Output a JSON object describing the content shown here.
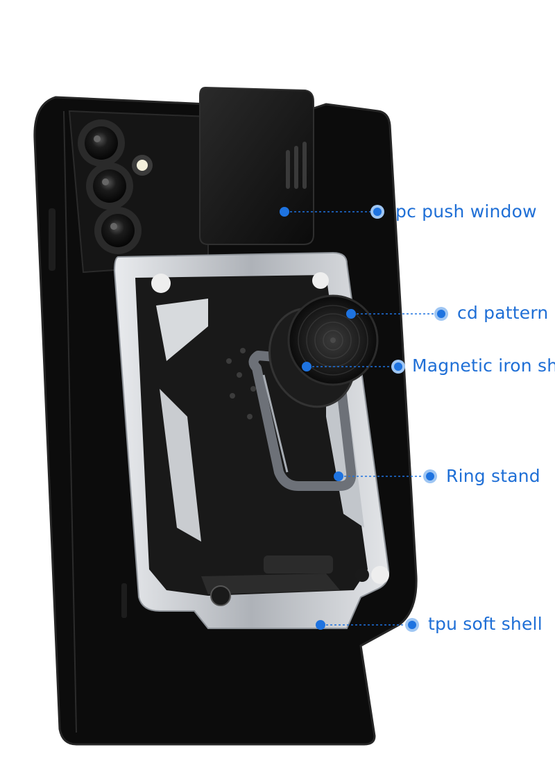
{
  "colors": {
    "background": "#ffffff",
    "case_body": "#0d0d0d",
    "case_edge": "#1f1f1f",
    "armor_silver": "#cfd2d6",
    "armor_dark": "#1a1a1a",
    "lens_ring": "#2a2a2a",
    "callout_accent": "#1e73e0",
    "callout_text": "#1f6fd6"
  },
  "callouts": [
    {
      "id": "push-window",
      "label": "pc push window"
    },
    {
      "id": "cd-pattern",
      "label": "cd pattern"
    },
    {
      "id": "magnetic-sheet",
      "label": "Magnetic iron sheet"
    },
    {
      "id": "ring-stand",
      "label": "Ring stand"
    },
    {
      "id": "tpu-shell",
      "label": "tpu soft shell"
    }
  ]
}
